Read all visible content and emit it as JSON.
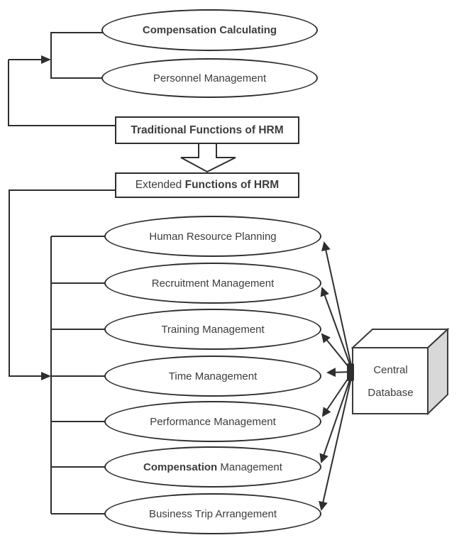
{
  "diagram": {
    "top_group": {
      "ellipses": [
        {
          "label": "Compensation Calculating"
        },
        {
          "label": "Personnel Management"
        }
      ]
    },
    "traditional_box": {
      "label": "Traditional Functions of HRM"
    },
    "extended_box": {
      "label_regular": "Extended ",
      "label_bold": "Functions of HRM"
    },
    "function_ellipses": [
      {
        "label": "Human Resource Planning"
      },
      {
        "label": "Recruitment Management"
      },
      {
        "label": "Training Management"
      },
      {
        "label": "Time Management"
      },
      {
        "label": "Performance Management"
      },
      {
        "label_bold": "Compensation",
        "label_rest": " Management"
      },
      {
        "label": "Business Trip Arrangement"
      }
    ],
    "database": {
      "line1": "Central",
      "line2": "Database"
    }
  },
  "colors": {
    "line": "#2e2e2e",
    "text": "#3d3d3d",
    "cube_face": "#ffffff",
    "cube_side": "#d8d8d8",
    "background": "#ffffff"
  }
}
